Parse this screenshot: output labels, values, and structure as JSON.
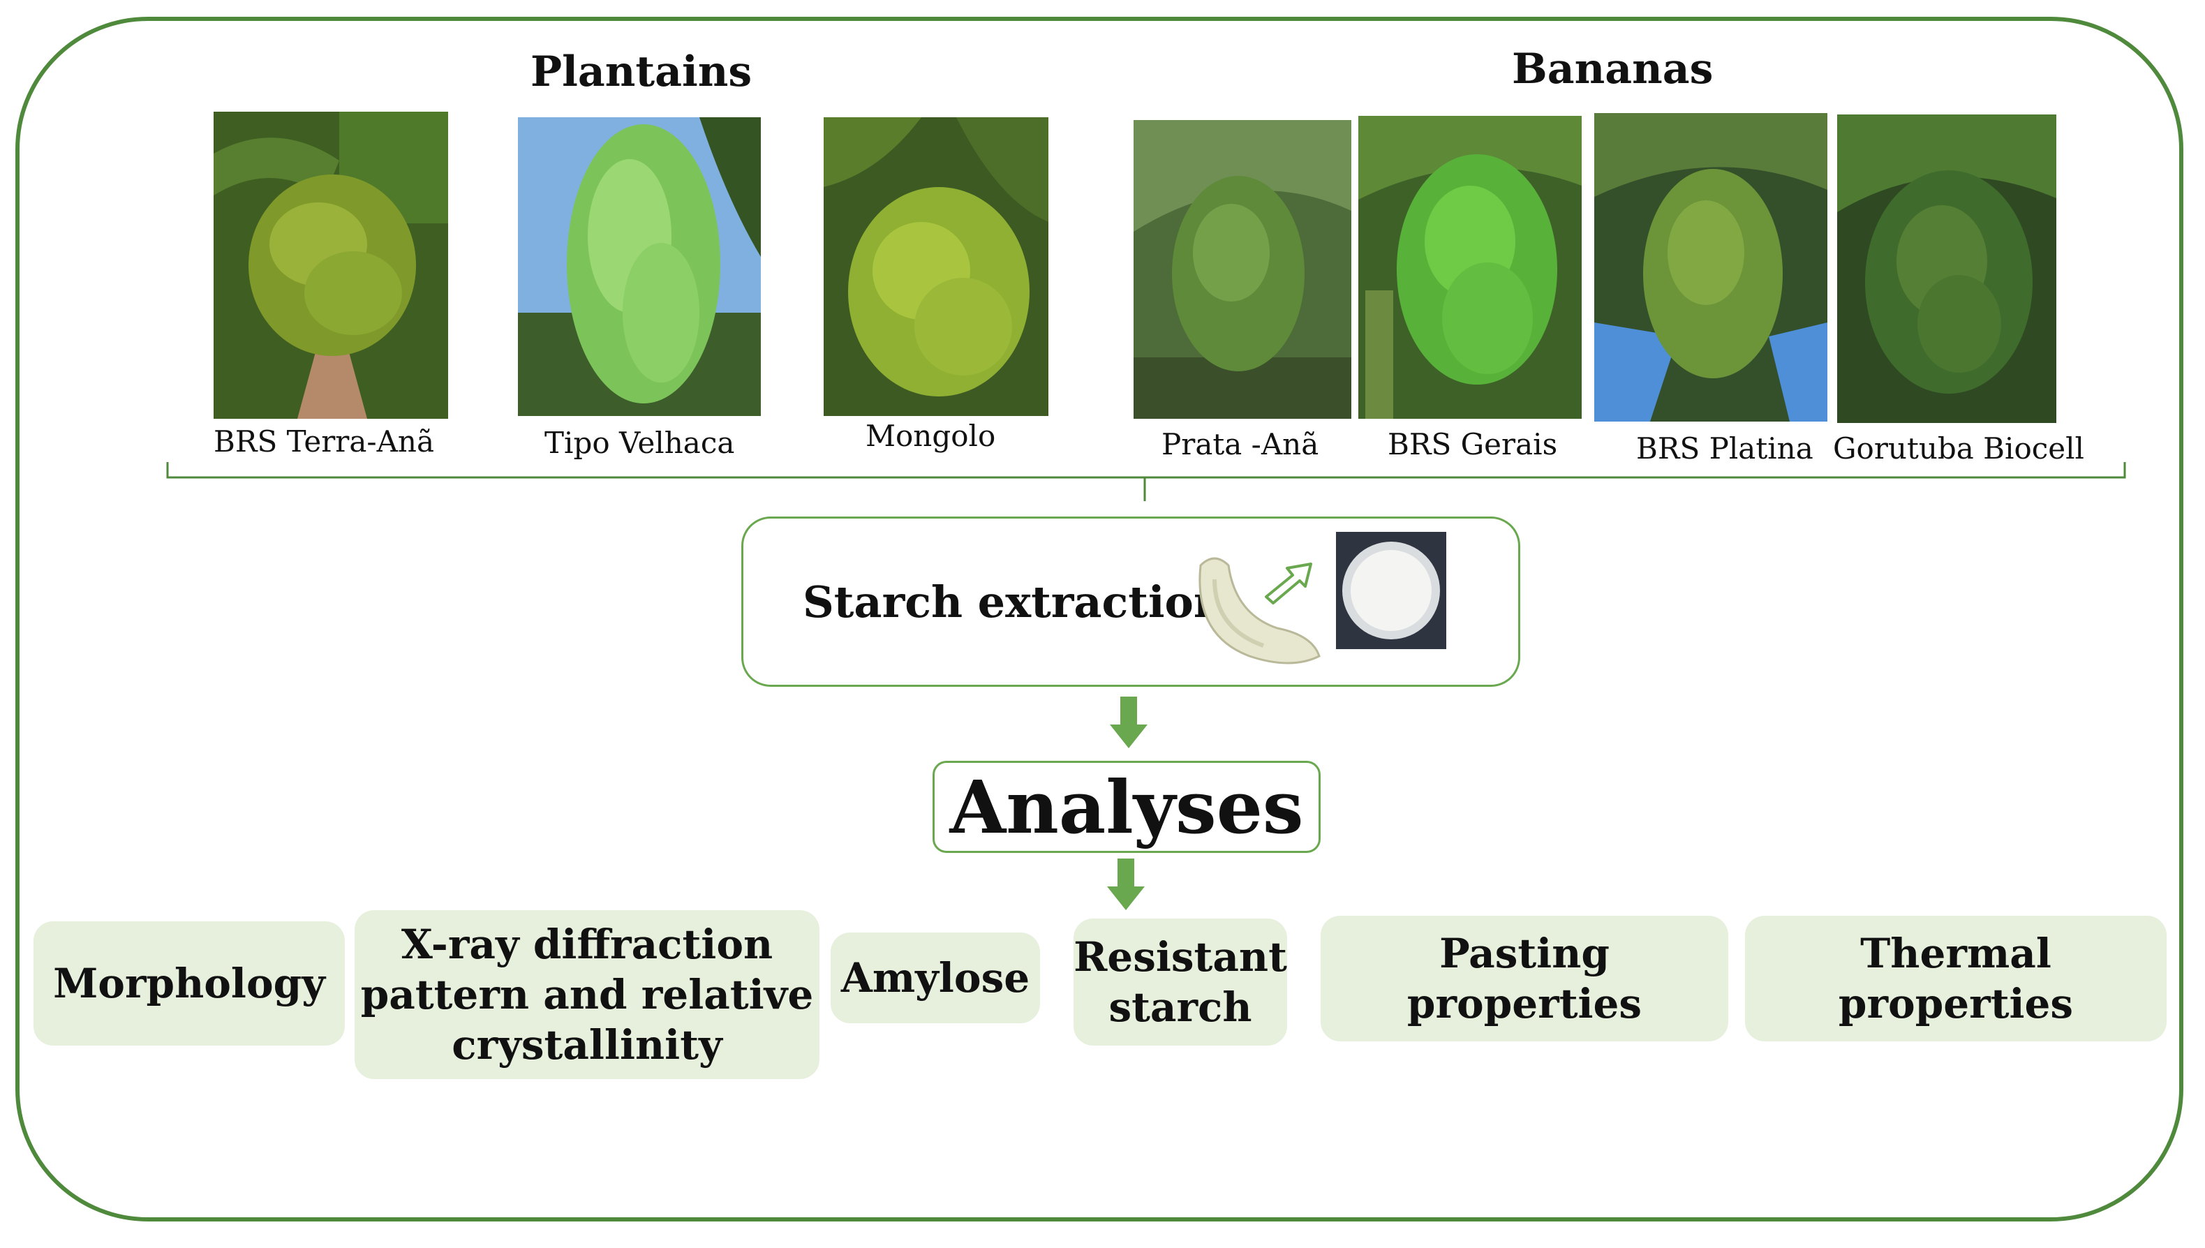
{
  "groups": {
    "plantains": {
      "title": "Plantains"
    },
    "bananas": {
      "title": "Bananas"
    }
  },
  "cultivars": [
    {
      "name": "BRS Terra-Anã",
      "group": "plantains"
    },
    {
      "name": "Tipo Velhaca",
      "group": "plantains"
    },
    {
      "name": "Mongolo",
      "group": "plantains"
    },
    {
      "name": "Prata -Anã",
      "group": "bananas"
    },
    {
      "name": "BRS Gerais",
      "group": "bananas"
    },
    {
      "name": "BRS Platina",
      "group": "bananas"
    },
    {
      "name": "Gorutuba Biocell",
      "group": "bananas"
    }
  ],
  "process": {
    "extraction": "Starch extraction",
    "analyses": "Analyses"
  },
  "analyses": [
    {
      "lines": [
        "Morphology"
      ]
    },
    {
      "lines": [
        "X-ray diffraction",
        "pattern and relative",
        "crystallinity"
      ]
    },
    {
      "lines": [
        "Amylose"
      ]
    },
    {
      "lines": [
        "Resistant",
        "starch"
      ]
    },
    {
      "lines": [
        "Pasting properties"
      ]
    },
    {
      "lines": [
        "Thermal properties"
      ]
    }
  ],
  "colors": {
    "frame": "#4f8a3c",
    "box_border": "#6aa84f",
    "category_fill": "#e6f0dc",
    "arrow": "#6aa84f"
  }
}
